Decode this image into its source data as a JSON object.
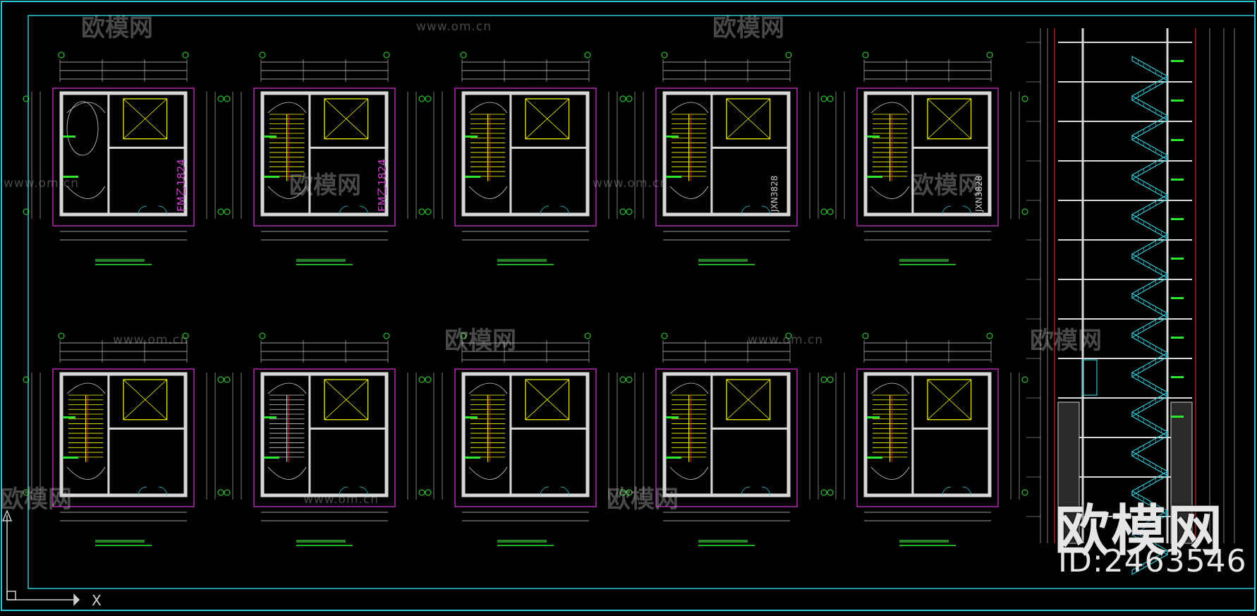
{
  "watermark": {
    "brand": "欧模网",
    "url": "www.om.cn",
    "id_label": "ID:2463546"
  },
  "plan_tags": {
    "row1_plan1": "FM乙1824",
    "row1_plan2": "FM乙1824",
    "row1_plan4": "JXN3828",
    "row1_plan5": "JXN3828"
  },
  "axis_marker": "X",
  "colors": {
    "background": "#000000",
    "frame": "#2ec7d6",
    "sheet_border": "#b02bb0",
    "wall": "#d8d8d8",
    "stair": "#ffff00",
    "green": "#2ee82e",
    "cyan_stair": "#2ec7d6",
    "red": "#ff3030"
  }
}
